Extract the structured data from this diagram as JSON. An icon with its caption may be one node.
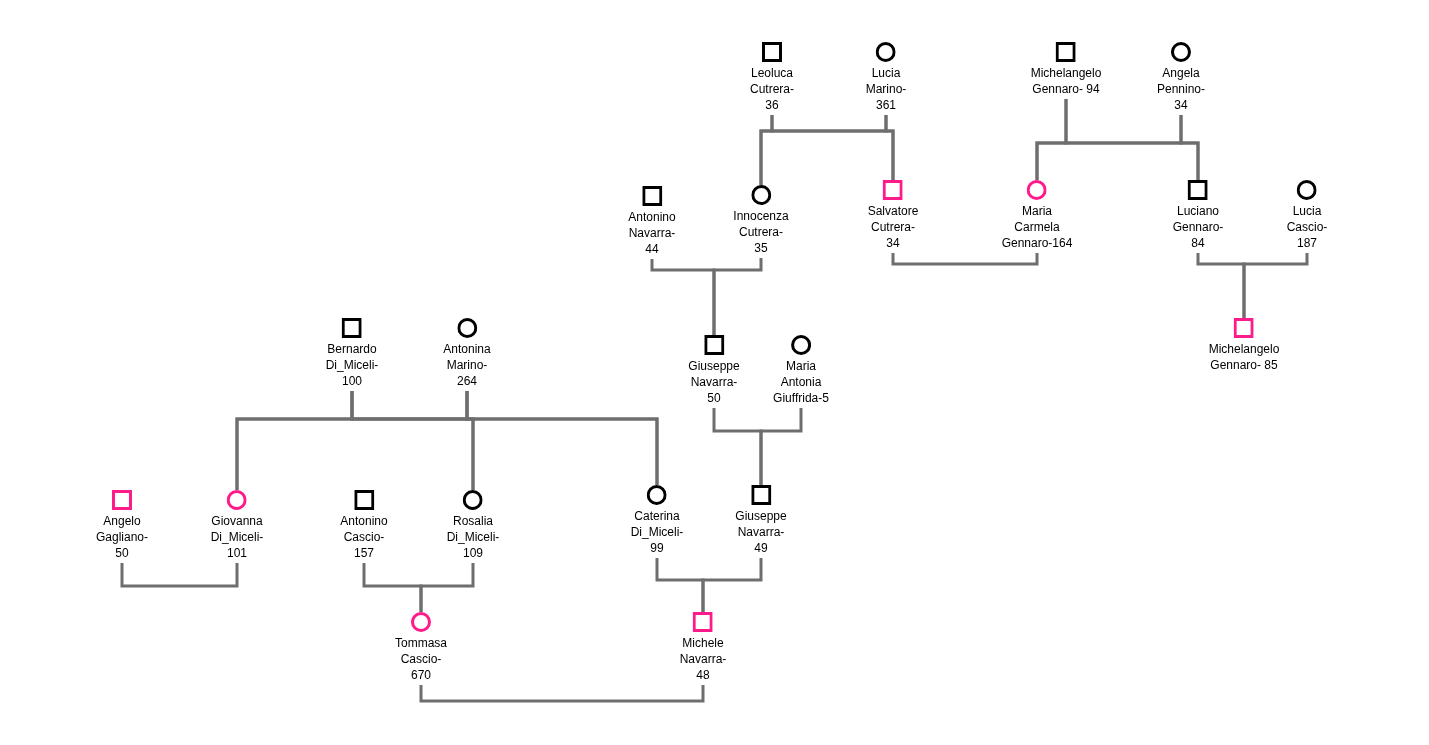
{
  "diagram": {
    "nodes": [
      {
        "text": [
          "Leoluca Cutrera- 36"
        ]
      },
      {
        "text": [
          "Lucia Marino- 361"
        ]
      },
      {
        "text": [
          "Michelangelo Gennaro- 94"
        ]
      },
      {
        "text": [
          "Angela Pennino- 34"
        ]
      },
      {
        "text": [
          "Antonino Navarra- 44"
        ]
      },
      {
        "text": [
          "Innocenza Cutrera- 35"
        ]
      },
      {
        "text": [
          "Salvatore Cutrera- 34"
        ]
      },
      {
        "text": [
          "Maria Carmela Gennaro-164"
        ]
      },
      {
        "text": [
          "Luciano Gennaro- 84"
        ]
      },
      {
        "text": [
          "Lucia Cascio- 187"
        ]
      },
      {
        "text": [
          "Bernardo Di_Miceli- 100"
        ]
      },
      {
        "text": [
          "Antonina Marino- 264"
        ]
      },
      {
        "text": [
          "Giuseppe Navarra- 50"
        ]
      },
      {
        "text": [
          "Maria Antonia Giuffrida-5"
        ]
      },
      {
        "text": [
          "Michelangelo Gennaro- 85"
        ]
      },
      {
        "text": [
          "Angelo Gagliano- 50"
        ]
      },
      {
        "text": [
          "Giovanna Di_Miceli- 101"
        ]
      },
      {
        "text": [
          "Antonino Cascio- 157"
        ]
      },
      {
        "text": [
          "Rosalia Di_Miceli- 109"
        ]
      },
      {
        "text": [
          "Caterina Di_Miceli- 99"
        ]
      },
      {
        "text": [
          "Giuseppe Navarra- 49"
        ]
      },
      {
        "text": [
          "Tommasa Cascio- 670"
        ]
      },
      {
        "text": [
          "Michele Navarra- 48"
        ]
      }
    ],
    "edges": [
      {
        "from": 0,
        "to": 5,
        "arrow": "none"
      },
      {
        "from": 1,
        "to": 5,
        "arrow": "none"
      },
      {
        "from": 0,
        "to": 6,
        "arrow": "none"
      },
      {
        "from": 1,
        "to": 6,
        "arrow": "none"
      },
      {
        "from": 2,
        "to": 7,
        "arrow": "none"
      },
      {
        "from": 3,
        "to": 7,
        "arrow": "none"
      },
      {
        "from": 2,
        "to": 8,
        "arrow": "none"
      },
      {
        "from": 3,
        "to": 8,
        "arrow": "none"
      },
      {
        "from": 4,
        "to": 12,
        "arrow": "none"
      },
      {
        "from": 5,
        "to": 12,
        "arrow": "none"
      },
      {
        "from": 6,
        "to": 7,
        "arrow": "none"
      },
      {
        "from": 8,
        "to": 14,
        "arrow": "none"
      },
      {
        "from": 9,
        "to": 14,
        "arrow": "none"
      },
      {
        "from": 10,
        "to": 16,
        "arrow": "none"
      },
      {
        "from": 11,
        "to": 16,
        "arrow": "none"
      },
      {
        "from": 10,
        "to": 18,
        "arrow": "none"
      },
      {
        "from": 11,
        "to": 18,
        "arrow": "none"
      },
      {
        "from": 10,
        "to": 19,
        "arrow": "none"
      },
      {
        "from": 11,
        "to": 19,
        "arrow": "none"
      },
      {
        "from": 12,
        "to": 20,
        "arrow": "none"
      },
      {
        "from": 13,
        "to": 20,
        "arrow": "none"
      },
      {
        "from": 15,
        "to": 16,
        "arrow": "none"
      },
      {
        "from": 17,
        "to": 21,
        "arrow": "none"
      },
      {
        "from": 18,
        "to": 21,
        "arrow": "none"
      },
      {
        "from": 19,
        "to": 22,
        "arrow": "none"
      },
      {
        "from": 20,
        "to": 22,
        "arrow": "none"
      },
      {
        "from": 21,
        "to": 22,
        "arrow": "none"
      }
    ]
  }
}
